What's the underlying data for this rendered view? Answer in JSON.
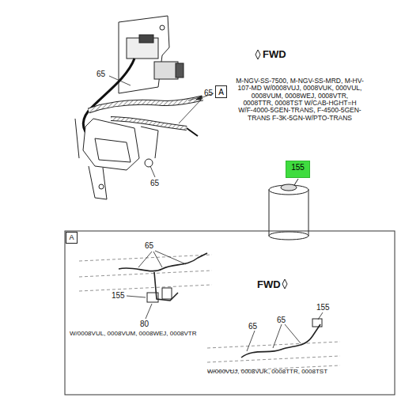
{
  "diagram": {
    "nodes": [
      {
        "text": [
          "A"
        ]
      },
      {
        "text": [
          "155"
        ]
      },
      {
        "text": [
          "A"
        ]
      }
    ],
    "labels": [
      "FWD",
      "M-NGV-SS-7500, M-NGV-SS-MRD, M-HV-107-MD W/0008VUJ, 0008VUK, 000VUL, 0008VUM, 0008WEJ, 0008VTR, 0008TTR, 0008TST W/CAB-HGHT=H W/F-4000-5GEN-TRANS, F-4500-5GEN-TRANS F-3K-5GN-W/PTO-TRANS",
      "65",
      "65",
      "65",
      "65",
      "155",
      "80",
      "W/0008VUL, 0008VUM, 0008WEJ, 0008VTR",
      "FWD",
      "155",
      "65",
      "65",
      "W/000VUJ, 0008VUK, 0008TTR, 0008TST"
    ]
  }
}
